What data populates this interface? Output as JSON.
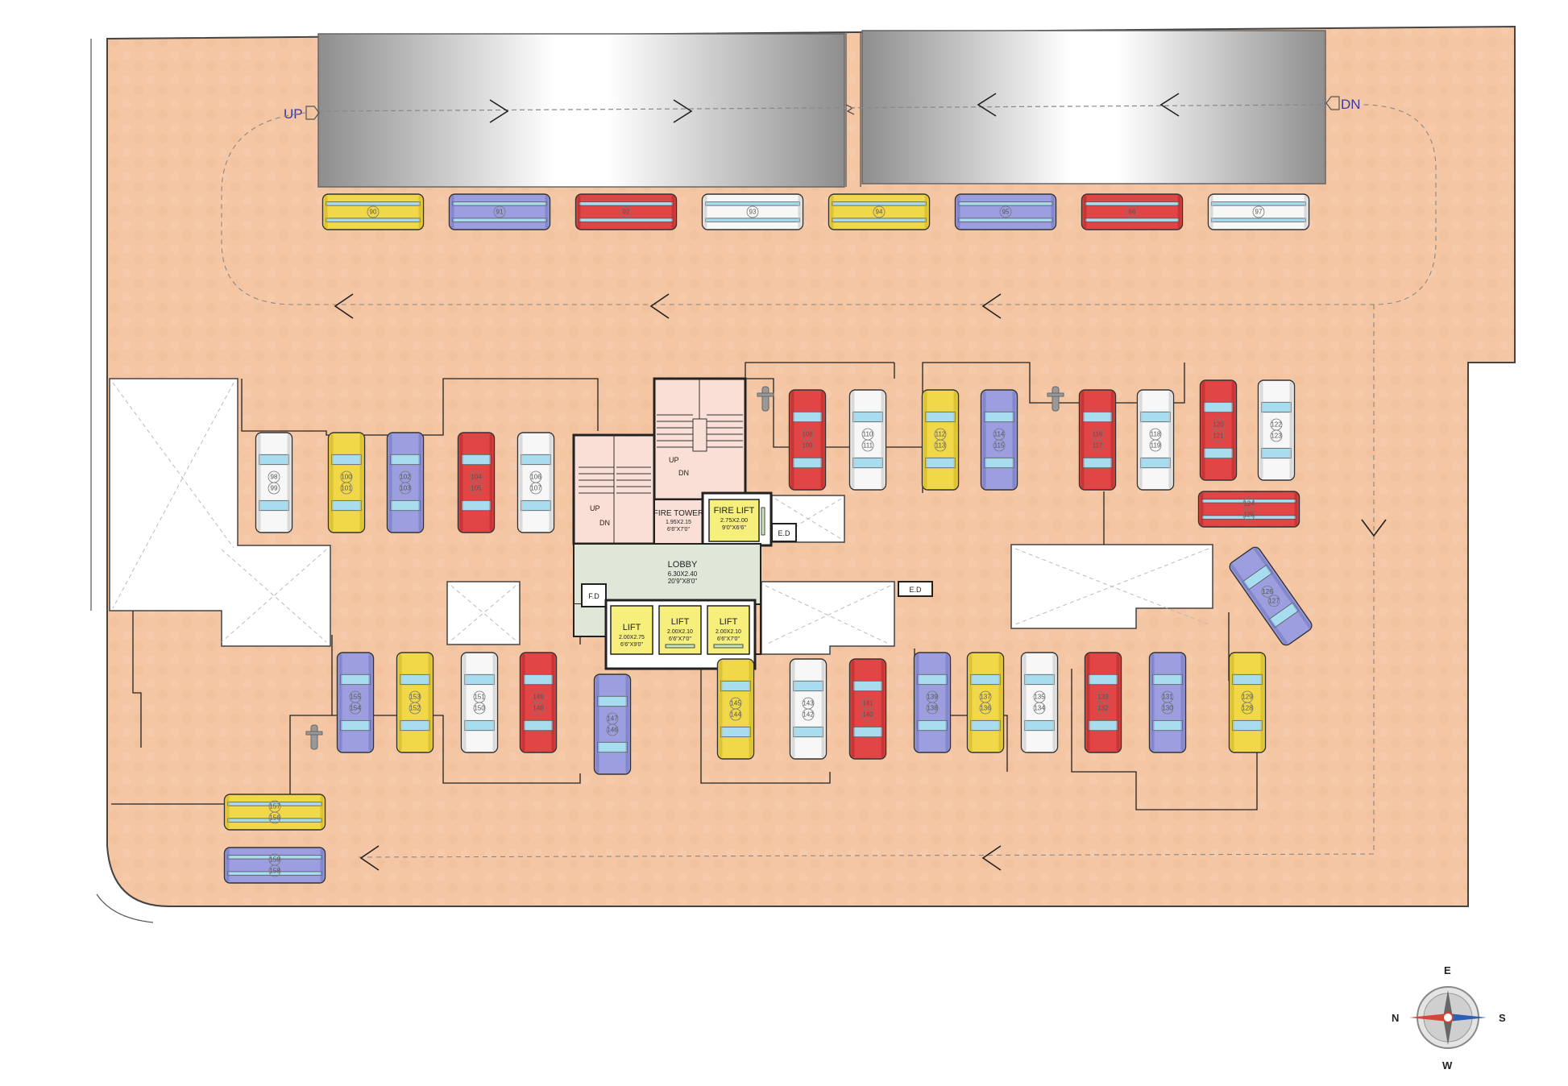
{
  "ramp": {
    "up_label": "UP",
    "down_label": "DN"
  },
  "rooms": {
    "fire_tower": {
      "label": "FIRE TOWER",
      "dim_metric": "1.95X2.15",
      "dim_imperial": "6'6\"X7'0\""
    },
    "fire_lift": {
      "label": "FIRE LIFT",
      "dim_metric": "2.75X2.00",
      "dim_imperial": "9'0\"X6'6\""
    },
    "lobby": {
      "label": "LOBBY",
      "dim_metric": "6.30X2.40",
      "dim_imperial": "20'9\"X8'0\""
    },
    "lift_1": {
      "label": "LIFT",
      "dim_metric": "2.00X2.75",
      "dim_imperial": "6'6\"X9'0\""
    },
    "lift_2": {
      "label": "LIFT",
      "dim_metric": "2.00X2.10",
      "dim_imperial": "6'6\"X7'0\""
    },
    "lift_3": {
      "label": "LIFT",
      "dim_metric": "2.00X2.10",
      "dim_imperial": "6'6\"X7'0\""
    },
    "fd_label": "F.D",
    "ed_label": "E.D",
    "stair_up": "UP",
    "stair_dn": "DN"
  },
  "compass": {
    "north": "N",
    "south": "S",
    "east": "E",
    "west": "W"
  },
  "colors": {
    "floor": "#f4c6a4",
    "ramp_dark": "#9b9b9b",
    "lobby": "#dfe8d8",
    "lift": "#f6ef7c",
    "wall": "#222222"
  },
  "parking": {
    "top_row": [
      {
        "num": "90",
        "color": "yellow"
      },
      {
        "num": "91",
        "color": "blue"
      },
      {
        "num": "92",
        "color": "red"
      },
      {
        "num": "93",
        "color": "white"
      },
      {
        "num": "94",
        "color": "yellow"
      },
      {
        "num": "95",
        "color": "blue"
      },
      {
        "num": "96",
        "color": "red"
      },
      {
        "num": "97",
        "color": "white"
      }
    ],
    "middle_left": [
      {
        "num": "98",
        "num2": "99",
        "color": "white"
      },
      {
        "num": "100",
        "num2": "101",
        "color": "yellow"
      },
      {
        "num": "102",
        "num2": "103",
        "color": "blue"
      },
      {
        "num": "104",
        "num2": "105",
        "color": "red"
      },
      {
        "num": "106",
        "num2": "107",
        "color": "white"
      }
    ],
    "middle_right": [
      {
        "num": "108",
        "num2": "109",
        "color": "red"
      },
      {
        "num": "110",
        "num2": "111",
        "color": "white"
      },
      {
        "num": "112",
        "num2": "113",
        "color": "yellow"
      },
      {
        "num": "114",
        "num2": "115",
        "color": "blue"
      },
      {
        "num": "116",
        "num2": "117",
        "color": "red"
      },
      {
        "num": "118",
        "num2": "119",
        "color": "white"
      },
      {
        "num": "120",
        "num2": "121",
        "color": "red"
      },
      {
        "num": "122",
        "num2": "123",
        "color": "white"
      }
    ],
    "right_extra": [
      {
        "num": "124",
        "num2": "125",
        "color": "red"
      },
      {
        "num": "126",
        "num2": "127",
        "color": "blue"
      }
    ],
    "bottom_row": [
      {
        "num": "155",
        "num2": "154",
        "color": "blue"
      },
      {
        "num": "153",
        "num2": "152",
        "color": "yellow"
      },
      {
        "num": "151",
        "num2": "150",
        "color": "white"
      },
      {
        "num": "149",
        "num2": "148",
        "color": "red"
      },
      {
        "num": "147",
        "num2": "146",
        "color": "blue"
      },
      {
        "num": "145",
        "num2": "144",
        "color": "yellow"
      },
      {
        "num": "143",
        "num2": "142",
        "color": "white"
      },
      {
        "num": "141",
        "num2": "140",
        "color": "red"
      },
      {
        "num": "139",
        "num2": "138",
        "color": "blue"
      },
      {
        "num": "137",
        "num2": "136",
        "color": "yellow"
      },
      {
        "num": "135",
        "num2": "134",
        "color": "white"
      },
      {
        "num": "133",
        "num2": "132",
        "color": "red"
      },
      {
        "num": "131",
        "num2": "130",
        "color": "blue"
      },
      {
        "num": "129",
        "num2": "128",
        "color": "yellow"
      }
    ],
    "bottom_left": [
      {
        "num": "157",
        "num2": "156",
        "color": "yellow"
      },
      {
        "num": "159",
        "num2": "158",
        "color": "blue"
      }
    ]
  }
}
